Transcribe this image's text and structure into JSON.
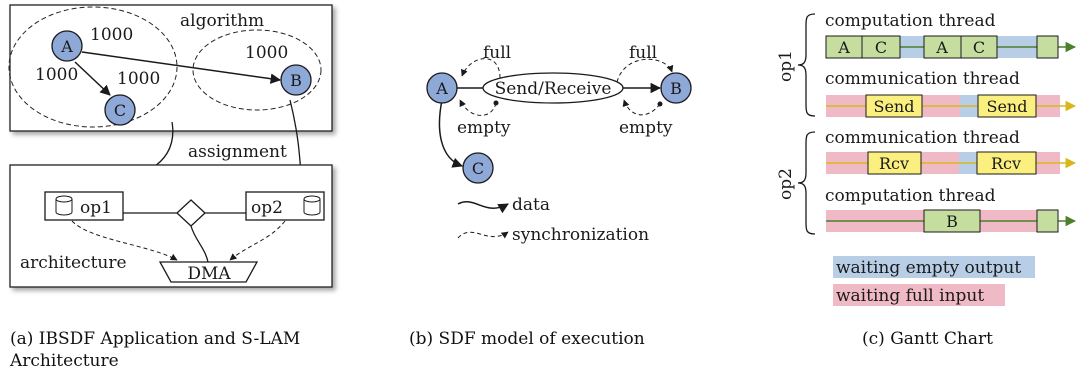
{
  "panel_a": {
    "algorithm_label": "algorithm",
    "assignment_label": "assignment",
    "architecture_label": "architecture",
    "nodes": {
      "a": "A",
      "b": "B",
      "c": "C"
    },
    "rates": {
      "a_top": "1000",
      "a_left": "1000",
      "c_top": "1000",
      "b_top": "1000"
    },
    "op1": "op1",
    "op2": "op2",
    "dma": "DMA",
    "caption": "(a) IBSDF Application and S-LAM Architecture"
  },
  "panel_b": {
    "nodes": {
      "a": "A",
      "b": "B",
      "c": "C"
    },
    "send_receive": "Send/Receive",
    "full_left": "full",
    "full_right": "full",
    "empty_left": "empty",
    "empty_right": "empty",
    "legend_data": "data",
    "legend_sync": "synchronization",
    "caption": "(b) SDF model of execution"
  },
  "panel_c": {
    "op1_label": "op1",
    "op2_label": "op2",
    "row1_label": "computation thread",
    "row2_label": "communication thread",
    "row3_label": "communication thread",
    "row4_label": "computation thread",
    "row1_tasks": [
      "A",
      "C",
      "A",
      "C"
    ],
    "row2_tasks": [
      "Send",
      "Send"
    ],
    "row3_tasks": [
      "Rcv",
      "Rcv"
    ],
    "row4_tasks": [
      "B"
    ],
    "legend_empty": "waiting empty output",
    "legend_full": "waiting full input",
    "caption": "(c) Gantt Chart",
    "colors": {
      "waiting_empty": "#b8cde6",
      "waiting_full": "#f0b9c6",
      "comp_task": "#c5dea0",
      "comm_task": "#fbf07f",
      "comp_line": "#4e7f2a",
      "comm_line": "#d9b71c",
      "node_fill": "#8ea8d8"
    }
  }
}
